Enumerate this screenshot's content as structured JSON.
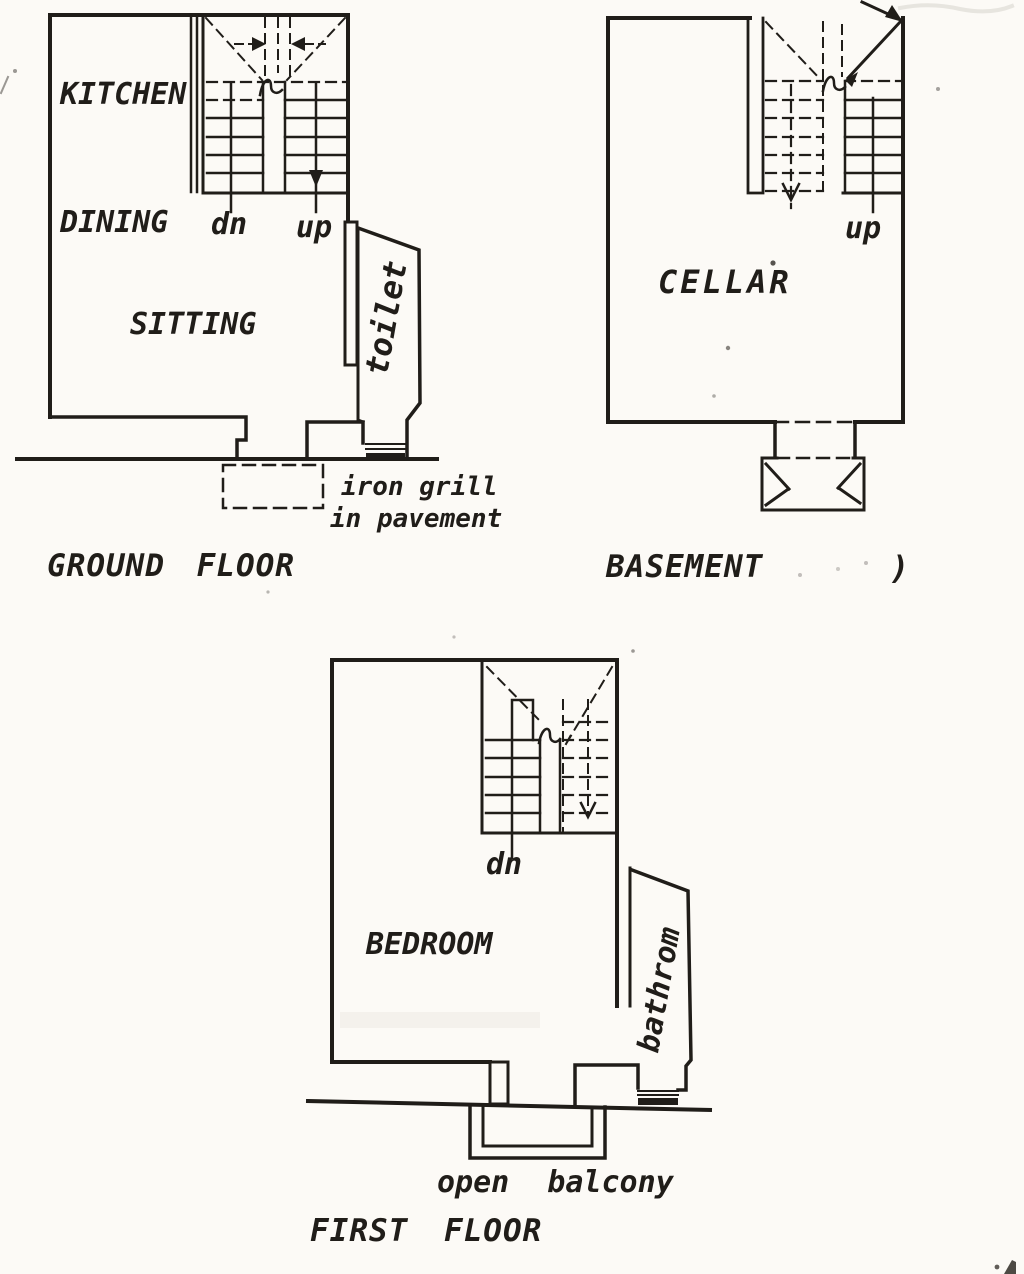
{
  "colors": {
    "ink": "#201d19",
    "paper": "#fcfaf6"
  },
  "ground_floor": {
    "title": "GROUND FLOOR",
    "kitchen_label": "KITCHEN",
    "dining_label": "DINING",
    "sitting_label": "SITTING",
    "toilet_label": "toilet",
    "stair_down_label": "dn",
    "stair_up_label": "up",
    "grill_note_line1": "iron grill",
    "grill_note_line2": "in pavement"
  },
  "basement": {
    "title": "BASEMENT",
    "cellar_label": "CELLAR",
    "stair_up_label": "up",
    "stray_mark": ")"
  },
  "first_floor": {
    "title": "FIRST FLOOR",
    "bedroom_label": "BEDROOM",
    "bathroom_label": "bathrom",
    "stair_down_label": "dn",
    "balcony_label": "open balcony"
  }
}
